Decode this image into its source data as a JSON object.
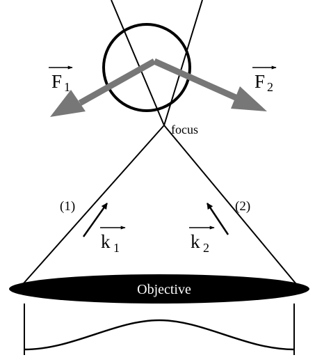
{
  "diagram": {
    "labels": {
      "force_1": "F",
      "force_1_sub": "1",
      "force_2": "F",
      "force_2_sub": "2",
      "focus": "focus",
      "ray_1": "(1)",
      "ray_2": "(2)",
      "wavevector_1": "k",
      "wavevector_1_sub": "1",
      "wavevector_2": "k",
      "wavevector_2_sub": "2",
      "objective": "Objective"
    },
    "colors": {
      "line": "#000000",
      "force_arrow": "#777777",
      "objective_fill": "#000000",
      "objective_text": "#ffffff",
      "background": "#ffffff"
    }
  }
}
